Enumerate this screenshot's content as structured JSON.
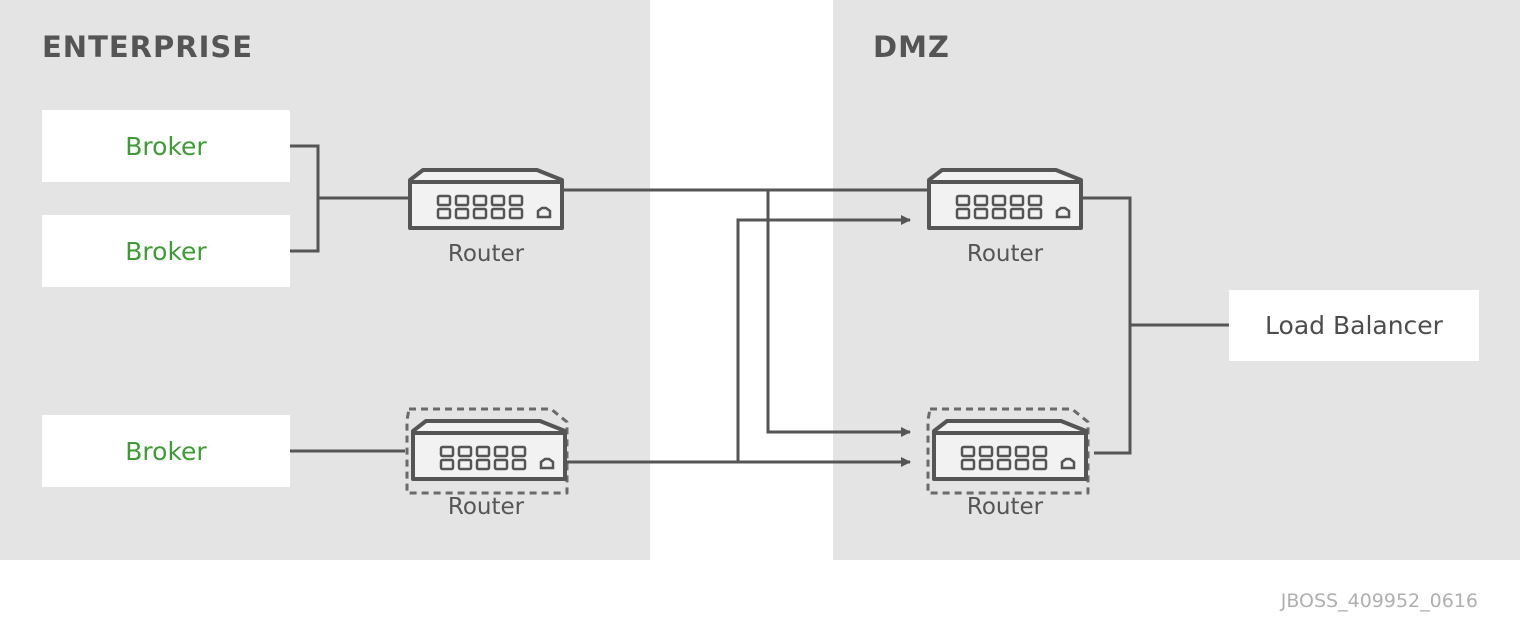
{
  "zones": {
    "enterprise": {
      "title": "ENTERPRISE"
    },
    "dmz": {
      "title": "DMZ"
    }
  },
  "brokers": [
    {
      "label": "Broker"
    },
    {
      "label": "Broker"
    },
    {
      "label": "Broker"
    }
  ],
  "routers": [
    {
      "label": "Router",
      "style": "solid"
    },
    {
      "label": "Router",
      "style": "dashed"
    },
    {
      "label": "Router",
      "style": "solid"
    },
    {
      "label": "Router",
      "style": "dashed"
    }
  ],
  "load_balancer": {
    "label": "Load Balancer"
  },
  "footer": {
    "code": "JBOSS_409952_0616"
  },
  "colors": {
    "zone_bg": "#e4e4e4",
    "broker_text": "#3f9c35",
    "line": "#555555",
    "router_body": "#f2f2f2"
  }
}
